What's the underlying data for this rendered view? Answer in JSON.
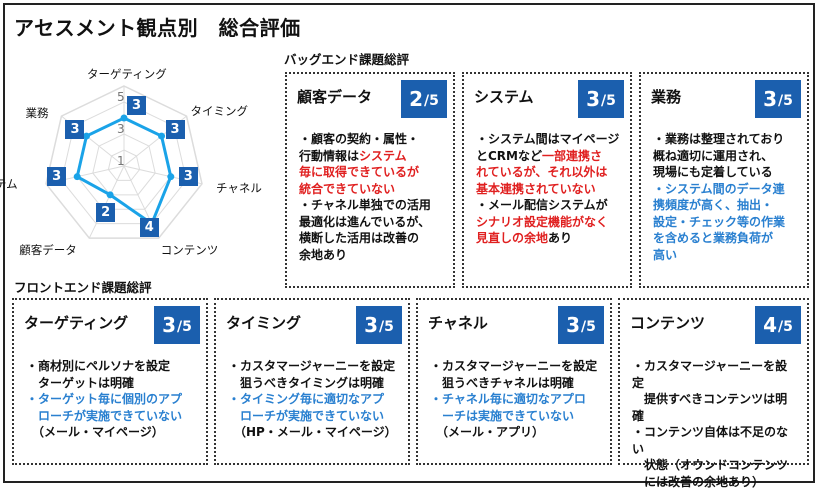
{
  "title": "アセスメント観点別　総合評価",
  "sections": {
    "backend": "バッグエンド課題総評",
    "frontend": "フロントエンド課題総評"
  },
  "radar": {
    "axes": [
      "ターゲティング",
      "タイミング",
      "チャネル",
      "コンテンツ",
      "顧客データ",
      "システム",
      "業務"
    ],
    "scale_labels": [
      "5",
      "3",
      "1"
    ],
    "max": 5,
    "values": [
      3,
      3,
      3,
      4,
      2,
      3,
      3
    ],
    "colors": {
      "grid": "#dcdcdc",
      "series": "#1aa3e8",
      "badge": "#1b5fae"
    }
  },
  "chart_data": {
    "type": "radar",
    "categories": [
      "ターゲティング",
      "タイミング",
      "チャネル",
      "コンテンツ",
      "顧客データ",
      "システム",
      "業務"
    ],
    "values": [
      3,
      3,
      3,
      4,
      2,
      3,
      3
    ],
    "range": [
      0,
      5
    ],
    "grid": true
  },
  "cards": {
    "kokyaku": {
      "title": "顧客データ",
      "score": "2",
      "den": "/5",
      "lines": [
        [
          {
            "t": "・顧客の契約・属性・"
          }
        ],
        [
          {
            "t": "行動情報は"
          },
          {
            "t": "システム",
            "c": "red"
          }
        ],
        [
          {
            "t": "毎に取得できているが",
            "c": "red"
          }
        ],
        [
          {
            "t": "統合できていない",
            "c": "red"
          }
        ],
        [
          {
            "t": "・チャネル単独での活用"
          }
        ],
        [
          {
            "t": "最適化は進んでいるが、"
          }
        ],
        [
          {
            "t": "横断した活用は改善の"
          }
        ],
        [
          {
            "t": "余地あり"
          }
        ]
      ]
    },
    "system": {
      "title": "システム",
      "score": "3",
      "den": "/5",
      "lines": [
        [
          {
            "t": "・システム間はマイページ"
          }
        ],
        [
          {
            "t": "とCRMなど"
          },
          {
            "t": "一部連携さ",
            "c": "red"
          }
        ],
        [
          {
            "t": "れているが、それ以外は",
            "c": "red"
          }
        ],
        [
          {
            "t": "基本連携されていない",
            "c": "red"
          }
        ],
        [
          {
            "t": "・メール配信システムが"
          }
        ],
        [
          {
            "t": "シナリオ設定機能がなく",
            "c": "red"
          }
        ],
        [
          {
            "t": "見直しの余地",
            "c": "red"
          },
          {
            "t": "あり"
          }
        ]
      ]
    },
    "gyomu": {
      "title": "業務",
      "score": "3",
      "den": "/5",
      "lines": [
        [
          {
            "t": "・業務は整理されており"
          }
        ],
        [
          {
            "t": "概ね適切に運用され、"
          }
        ],
        [
          {
            "t": "現場にも定着している"
          }
        ],
        [
          {
            "t": "・システム間のデータ連",
            "c": "blue"
          }
        ],
        [
          {
            "t": "携頻度が高く、抽出・",
            "c": "blue"
          }
        ],
        [
          {
            "t": "設定・チェック等の作業",
            "c": "blue"
          }
        ],
        [
          {
            "t": "を含めると業務負荷が",
            "c": "blue"
          }
        ],
        [
          {
            "t": "高い",
            "c": "blue"
          }
        ]
      ]
    },
    "targeting": {
      "title": "ターゲティング",
      "score": "3",
      "den": "/5",
      "lines": [
        [
          {
            "t": "・商材別にペルソナを設定"
          }
        ],
        [
          {
            "t": "　ターゲットは明確"
          }
        ],
        [
          {
            "t": "・ターゲット毎に個別のアプ",
            "c": "blue"
          }
        ],
        [
          {
            "t": "　ローチが実施できていない",
            "c": "blue"
          }
        ],
        [
          {
            "t": "　（メール・マイページ）"
          }
        ]
      ]
    },
    "timing": {
      "title": "タイミング",
      "score": "3",
      "den": "/5",
      "lines": [
        [
          {
            "t": "・カスタマージャーニーを設定"
          }
        ],
        [
          {
            "t": "　狙うべきタイミングは明確"
          }
        ],
        [
          {
            "t": "・タイミング毎に適切なアプ",
            "c": "blue"
          }
        ],
        [
          {
            "t": "　ローチが実施できていない",
            "c": "blue"
          }
        ],
        [
          {
            "t": "　（HP・メール・マイページ）"
          }
        ]
      ]
    },
    "channel": {
      "title": "チャネル",
      "score": "3",
      "den": "/5",
      "lines": [
        [
          {
            "t": "・カスタマージャーニーを設定"
          }
        ],
        [
          {
            "t": "　狙うべきチャネルは明確"
          }
        ],
        [
          {
            "t": "・チャネル毎に適切なアプロ",
            "c": "blue"
          }
        ],
        [
          {
            "t": "　ーチは実施できていない",
            "c": "blue"
          }
        ],
        [
          {
            "t": "　（メール・アプリ）"
          }
        ]
      ]
    },
    "contents": {
      "title": "コンテンツ",
      "score": "4",
      "den": "/5",
      "lines": [
        [
          {
            "t": "・カスタマージャーニーを設定"
          }
        ],
        [
          {
            "t": "　提供すべきコンテンツは明確"
          }
        ],
        [
          {
            "t": "・コンテンツ自体は不足のない"
          }
        ],
        [
          {
            "t": "　状態（オウンドコンテンツ"
          }
        ],
        [
          {
            "t": "　には改善の余地あり）"
          }
        ]
      ]
    }
  }
}
